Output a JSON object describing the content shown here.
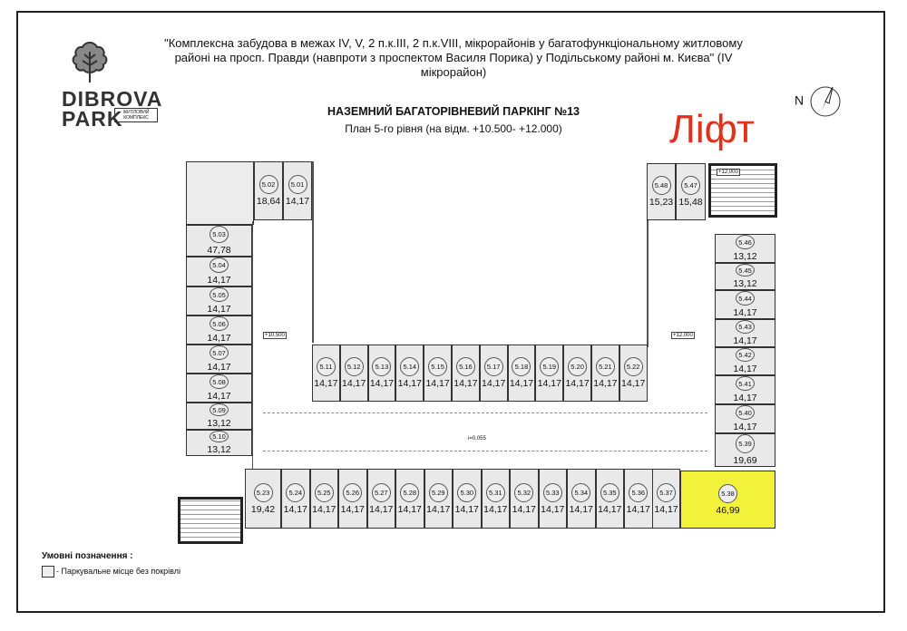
{
  "logo": {
    "line1": "DIBROVA",
    "line2": "PARK",
    "tag": "ЖИТЛОВИЙ КОМПЛЕКС"
  },
  "header": {
    "project": "\"Комплексна забудова в межах  IV, V, 2 п.к.III, 2 п.к.VIII, мікрорайонів у багатофункціональному житловому районі  на просп. Правди (навпроти з проспектом Василя Порика) у Подільському районі м. Києва\" (IV мікрорайон)",
    "title": "НАЗЕМНИЙ БАГАТОРІВНЕВИЙ ПАРКІНГ №13",
    "subtitle": "План 5-го рівня (на відм. +10.500- +12.000)"
  },
  "annotation": {
    "lift": "Ліфт",
    "color": "#e0311a"
  },
  "north": {
    "label": "N",
    "icon": "north-arrow-icon"
  },
  "levels": {
    "left": "+10,500",
    "right": "+12,000",
    "slope": "i=0.055",
    "lift_top": "+12,000"
  },
  "highlight_color": "#f2f23a",
  "spaces": {
    "top_left": [
      {
        "no": "5.02",
        "area": "18,64"
      },
      {
        "no": "5.01",
        "area": "14,17"
      }
    ],
    "left": [
      {
        "no": "5.03",
        "area": "47,78"
      },
      {
        "no": "5.04",
        "area": "14,17"
      },
      {
        "no": "5.05",
        "area": "14,17"
      },
      {
        "no": "5.06",
        "area": "14,17"
      },
      {
        "no": "5.07",
        "area": "14,17"
      },
      {
        "no": "5.08",
        "area": "14,17"
      },
      {
        "no": "5.09",
        "area": "13,12"
      },
      {
        "no": "5.10",
        "area": "13,12"
      }
    ],
    "middle": [
      {
        "no": "5.11",
        "area": "14,17"
      },
      {
        "no": "5.12",
        "area": "14,17"
      },
      {
        "no": "5.13",
        "area": "14,17"
      },
      {
        "no": "5.14",
        "area": "14,17"
      },
      {
        "no": "5.15",
        "area": "14,17"
      },
      {
        "no": "5.16",
        "area": "14,17"
      },
      {
        "no": "5.17",
        "area": "14,17"
      },
      {
        "no": "5.18",
        "area": "14,17"
      },
      {
        "no": "5.19",
        "area": "14,17"
      },
      {
        "no": "5.20",
        "area": "14,17"
      },
      {
        "no": "5.21",
        "area": "14,17"
      },
      {
        "no": "5.22",
        "area": "14,17"
      }
    ],
    "bottom": [
      {
        "no": "5.23",
        "area": "19,42"
      },
      {
        "no": "5.24",
        "area": "14,17"
      },
      {
        "no": "5.25",
        "area": "14,17"
      },
      {
        "no": "5.26",
        "area": "14,17"
      },
      {
        "no": "5.27",
        "area": "14,17"
      },
      {
        "no": "5.28",
        "area": "14,17"
      },
      {
        "no": "5.29",
        "area": "14,17"
      },
      {
        "no": "5.30",
        "area": "14,17"
      },
      {
        "no": "5.31",
        "area": "14,17"
      },
      {
        "no": "5.32",
        "area": "14,17"
      },
      {
        "no": "5.33",
        "area": "14,17"
      },
      {
        "no": "5.34",
        "area": "14,17"
      },
      {
        "no": "5.35",
        "area": "14,17"
      },
      {
        "no": "5.36",
        "area": "14,17"
      },
      {
        "no": "5.37",
        "area": "14,17"
      },
      {
        "no": "5.38",
        "area": "46,99",
        "highlighted": true
      }
    ],
    "top_right": [
      {
        "no": "5.48",
        "area": "15,23"
      },
      {
        "no": "5.47",
        "area": "15,48"
      }
    ],
    "right": [
      {
        "no": "5.46",
        "area": "13,12"
      },
      {
        "no": "5.45",
        "area": "13,12"
      },
      {
        "no": "5.44",
        "area": "14,17"
      },
      {
        "no": "5.43",
        "area": "14,17"
      },
      {
        "no": "5.42",
        "area": "14,17"
      },
      {
        "no": "5.41",
        "area": "14,17"
      },
      {
        "no": "5.40",
        "area": "14,17"
      },
      {
        "no": "5.39",
        "area": "19,69"
      }
    ]
  },
  "legend": {
    "title": "Умовні позначення :",
    "item": "- Паркувальне місце без покрівлі"
  }
}
